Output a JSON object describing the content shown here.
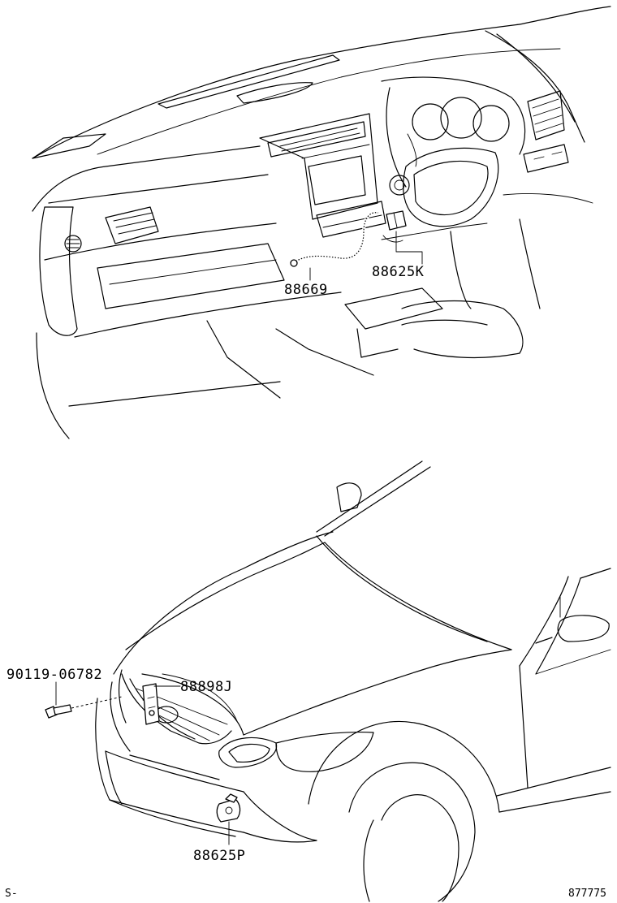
{
  "labels": {
    "harness": "88669",
    "sensor_interior": "88625K",
    "bolt": "90119-06782",
    "bracket": "88898J",
    "sensor_front": "88625P"
  },
  "footer": {
    "left_code": "S-",
    "diagram_number": "877775"
  }
}
